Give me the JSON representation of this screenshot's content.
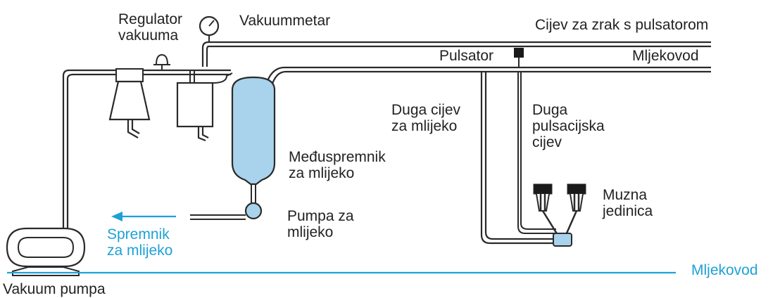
{
  "colors": {
    "accent": "#1fa1d6",
    "line": "#2a2a2a",
    "vessel_fill": "#a9d3ec",
    "light_fill": "#ffffff"
  },
  "labels": {
    "regulator": "Regulator\nvakuuma",
    "vakuummetar": "Vakuummetar",
    "air_pipe": "Cijev za zrak s pulsatorom",
    "pulsator": "Pulsator",
    "milk_line_top": "Mljekovod",
    "long_milk_tube": "Duga cijev\nza mlijeko",
    "long_pulse_tube": "Duga\npulsacijska\ncijev",
    "receiver": "Međuspremnik\nza mlijeko",
    "muzna": "Muzna\njedinica",
    "milk_pump": "Pumpa za\nmlijeko",
    "tank": "Spremnik\nza mlijeko",
    "milk_line_bottom": "Mljekovod",
    "vacuum_pump": "Vakuum pumpa"
  },
  "icons": {
    "gauge": "vacuum-gauge-icon",
    "regulator": "vacuum-regulator-icon",
    "pump": "vacuum-pump-icon",
    "receiver": "receiver-vessel-icon",
    "milk_pump": "milk-pump-icon",
    "cluster": "milking-cluster-icon",
    "pulsator": "pulsator-icon"
  }
}
